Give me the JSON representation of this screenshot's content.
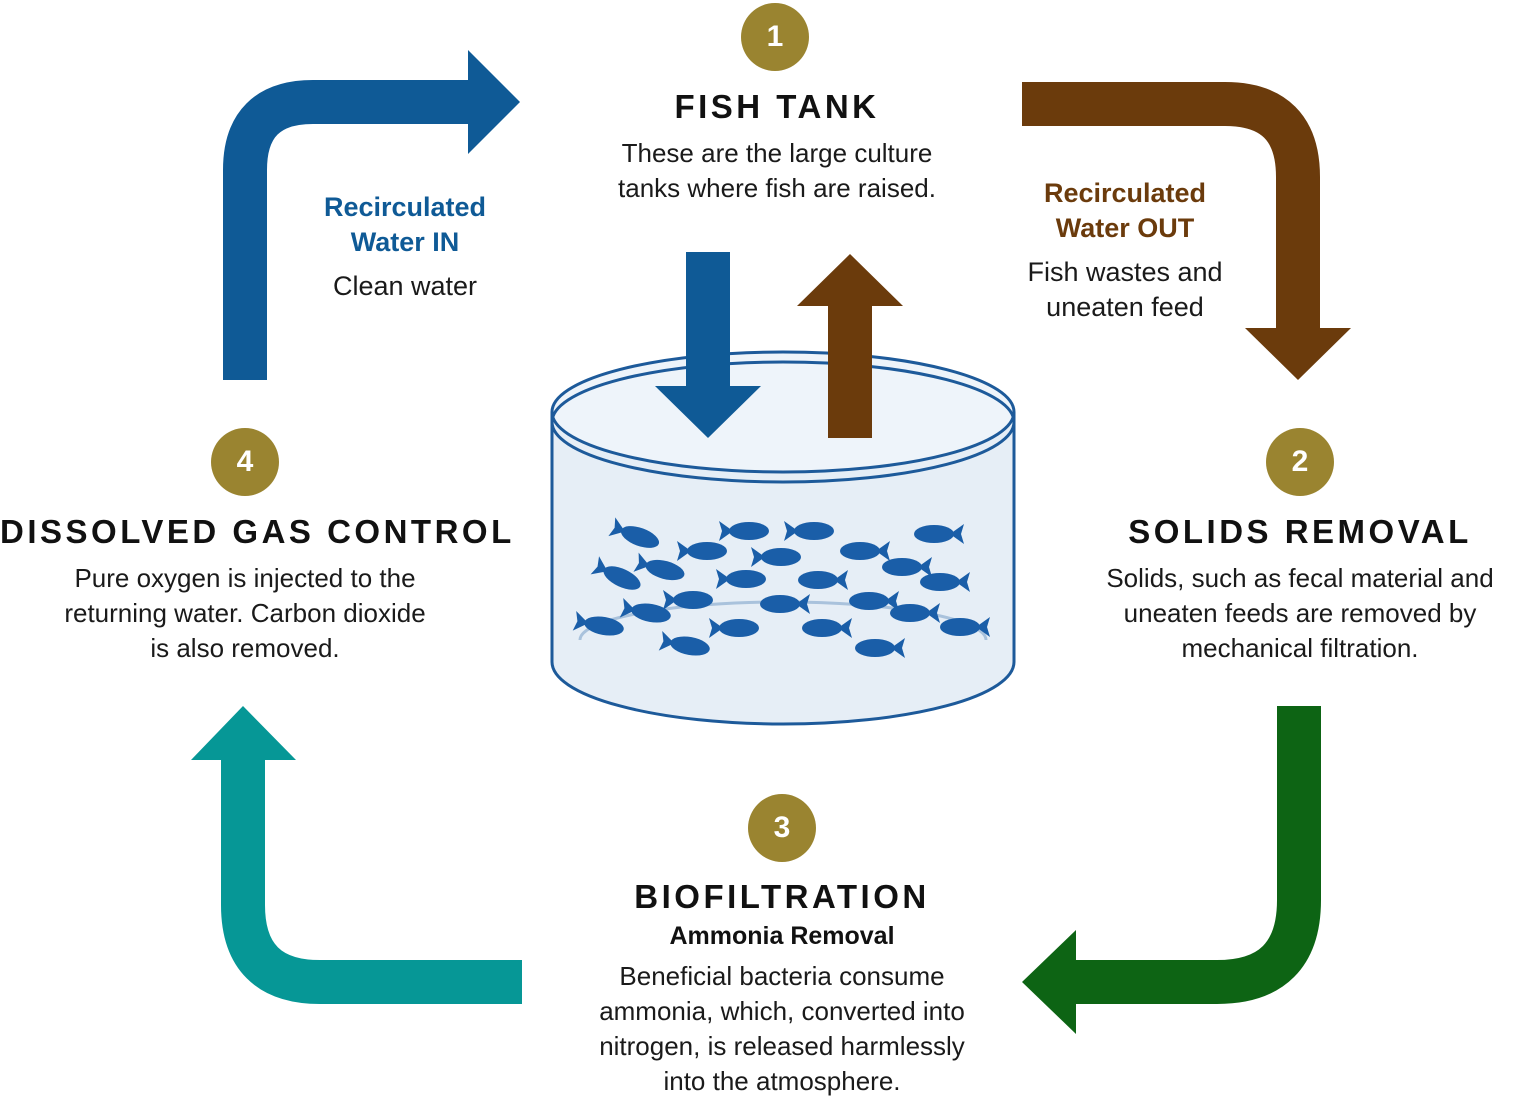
{
  "colors": {
    "badge": "#9a8430",
    "flow_in": "#0f5a96",
    "flow_out": "#6b3b0c",
    "solids_to_bio": "#0d6414",
    "bio_to_gas": "#069796",
    "fish": "#1a5ea8",
    "tank_fill": "#e6eef6",
    "tank_stroke": "#1d5a9a"
  },
  "stages": {
    "fish_tank": {
      "number": "1",
      "title": "FISH TANK",
      "desc": [
        "These are the large culture",
        "tanks where fish are raised."
      ]
    },
    "solids_removal": {
      "number": "2",
      "title": "SOLIDS REMOVAL",
      "desc": [
        "Solids, such as fecal material and",
        "uneaten feeds are removed by",
        "mechanical filtration."
      ]
    },
    "biofiltration": {
      "number": "3",
      "title": "BIOFILTRATION",
      "subtitle": "Ammonia Removal",
      "desc": [
        "Beneficial bacteria consume",
        "ammonia, which, converted into",
        "nitrogen, is released harmlessly",
        "into the atmosphere."
      ]
    },
    "dissolved_gas": {
      "number": "4",
      "title": "DISSOLVED GAS CONTROL",
      "desc": [
        "Pure oxygen is injected to the",
        "returning water. Carbon dioxide",
        "is also removed."
      ]
    }
  },
  "flows": {
    "water_in": {
      "title": [
        "Recirculated",
        "Water IN"
      ],
      "note": [
        "Clean water"
      ]
    },
    "water_out": {
      "title": [
        "Recirculated",
        "Water OUT"
      ],
      "note": [
        "Fish wastes and",
        "uneaten feed"
      ]
    }
  },
  "icons": [
    "fish-tank-icon",
    "fish-icon",
    "down-arrow-icon",
    "up-arrow-icon"
  ]
}
